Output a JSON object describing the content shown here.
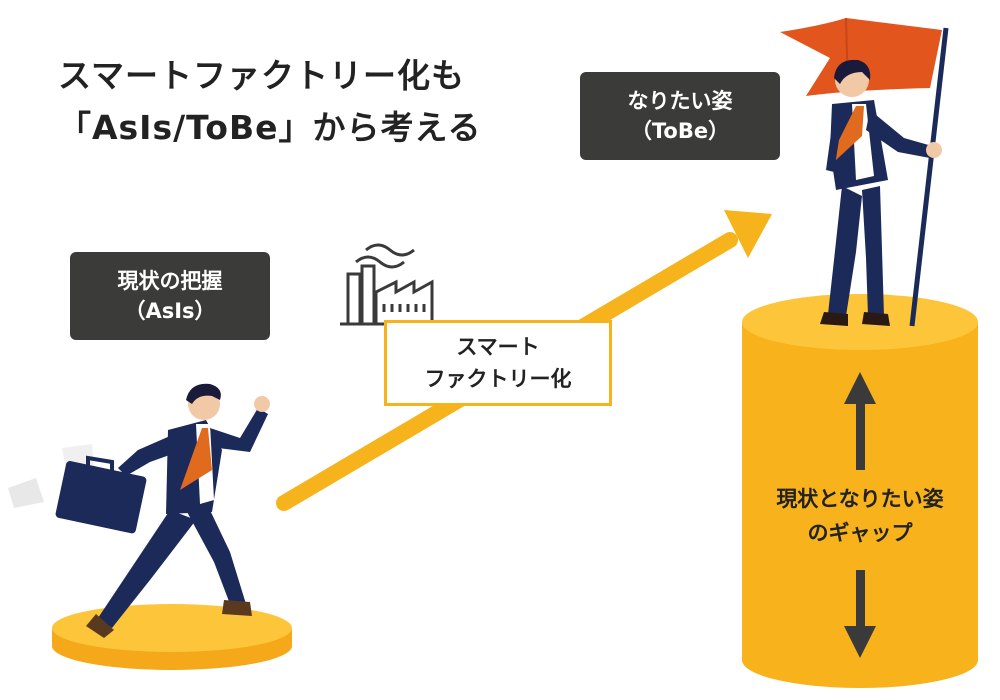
{
  "title": {
    "line1": "スマートファクトリー化も",
    "line2": "「AsIs/ToBe」から考える"
  },
  "asis": {
    "line1": "現状の把握",
    "line2": "（AsIs）"
  },
  "tobe": {
    "line1": "なりたい姿",
    "line2": "（ToBe）"
  },
  "process": {
    "line1": "スマート",
    "line2": "ファクトリー化"
  },
  "gap": {
    "line1": "現状となりたい姿",
    "line2": "のギャップ"
  },
  "icons": {
    "factory": "factory-icon",
    "arrow_up": "arrow-up-icon",
    "arrow_down": "arrow-down-icon",
    "flag": "flag-icon"
  },
  "colors": {
    "accent": "#f6b31b",
    "pillar": "#f7b21c",
    "pillar_top": "#fdc53a",
    "label_bg": "#3b3b39",
    "suit": "#1c2a5a",
    "tie": "#e06b1f",
    "flag": "#e2551d"
  }
}
